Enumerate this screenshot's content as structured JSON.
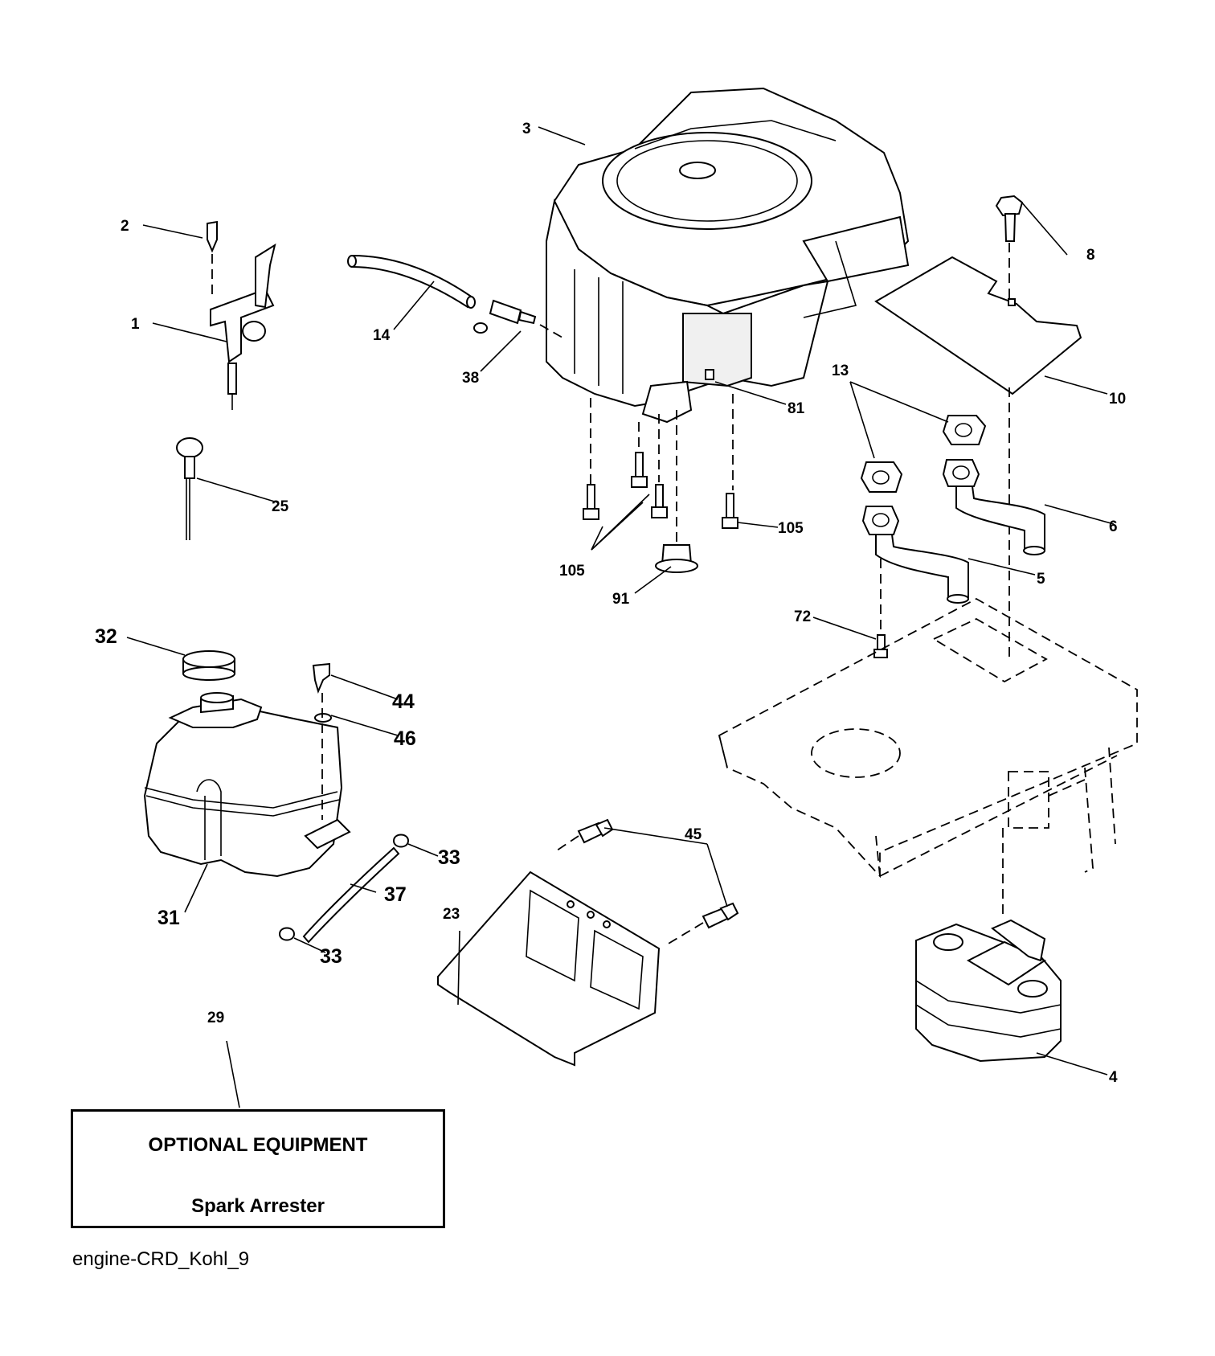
{
  "callouts": {
    "n1": "1",
    "n2": "2",
    "n3": "3",
    "n4": "4",
    "n5": "5",
    "n6": "6",
    "n8": "8",
    "n10": "10",
    "n13": "13",
    "n14": "14",
    "n23": "23",
    "n25": "25",
    "n29": "29",
    "n31": "31",
    "n32": "32",
    "n33a": "33",
    "n33b": "33",
    "n37": "37",
    "n38": "38",
    "n44": "44",
    "n45": "45",
    "n46": "46",
    "n72": "72",
    "n81": "81",
    "n91": "91",
    "n105a": "105",
    "n105b": "105"
  },
  "optional_box": {
    "title": "OPTIONAL EQUIPMENT",
    "subtitle": "Spark Arrester"
  },
  "caption": "engine-CRD_Kohl_9"
}
